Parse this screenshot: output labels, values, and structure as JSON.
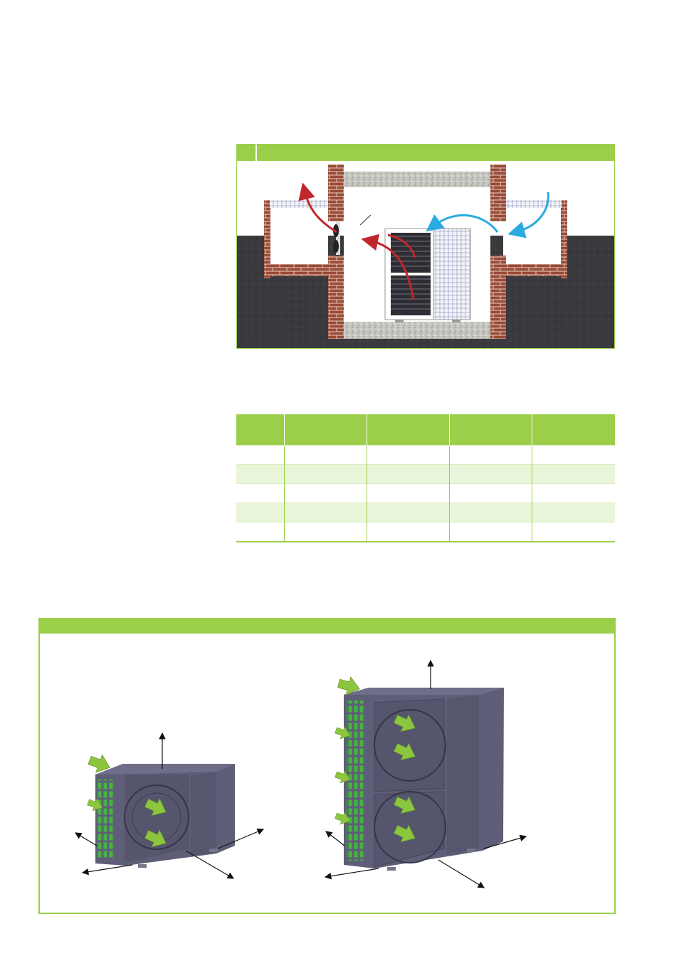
{
  "figure1": {
    "number": "",
    "caption": "",
    "accent_color": "#9bcf4a",
    "warm_airflow_color": "#c0272d",
    "cold_airflow_color": "#29abe2",
    "icons": [
      "fan-icon",
      "heat-pump-unit",
      "brick-wall",
      "gravel-slab",
      "soil-ground"
    ]
  },
  "table": {
    "header_color": "#9bcf4a",
    "alt_row_color": "#e9f5d8",
    "headers": [
      "",
      "",
      "",
      "",
      ""
    ],
    "rows": [
      [
        "",
        "",
        "",
        "",
        ""
      ],
      [
        "",
        "",
        "",
        "",
        ""
      ],
      [
        "",
        "",
        "",
        "",
        ""
      ],
      [
        "",
        "",
        "",
        "",
        ""
      ],
      [
        "",
        "",
        "",
        "",
        ""
      ]
    ]
  },
  "figure2": {
    "caption": "",
    "arrow_color": "#8cc63f",
    "unit_color": "#5e5e78",
    "units": [
      "single-fan-unit",
      "twin-fan-unit"
    ]
  }
}
